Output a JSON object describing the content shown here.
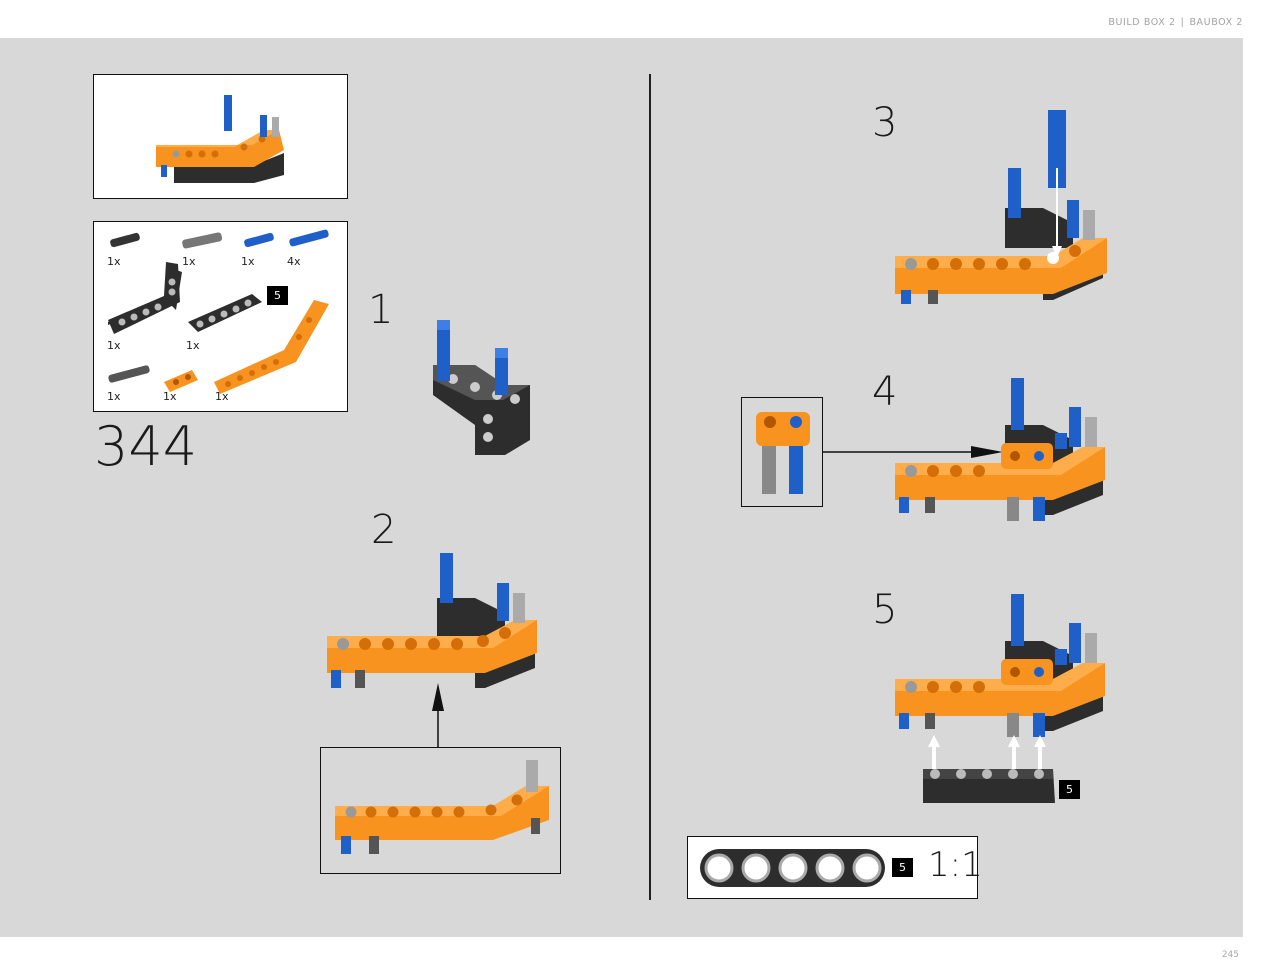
{
  "header": {
    "left": "BUILD BOX 2",
    "separator": "|",
    "right": "BAUBOX 2"
  },
  "footer": {
    "page_number": "245"
  },
  "bag_number": "344",
  "steps": [
    "1",
    "2",
    "3",
    "4",
    "5"
  ],
  "parts_list": {
    "row1": [
      "1x",
      "1x",
      "1x",
      "4x"
    ],
    "row2": [
      "1x",
      "1x"
    ],
    "row3": [
      "1x",
      "1x",
      "1x"
    ],
    "beam_length_badge": "5"
  },
  "step5_badge": "5",
  "scale_reference": {
    "badge": "5",
    "ratio": "1:1"
  },
  "colors": {
    "orange": "#f7931e",
    "blue": "#1f5fc8",
    "dark": "#2d2d2d",
    "grey": "#808080"
  }
}
